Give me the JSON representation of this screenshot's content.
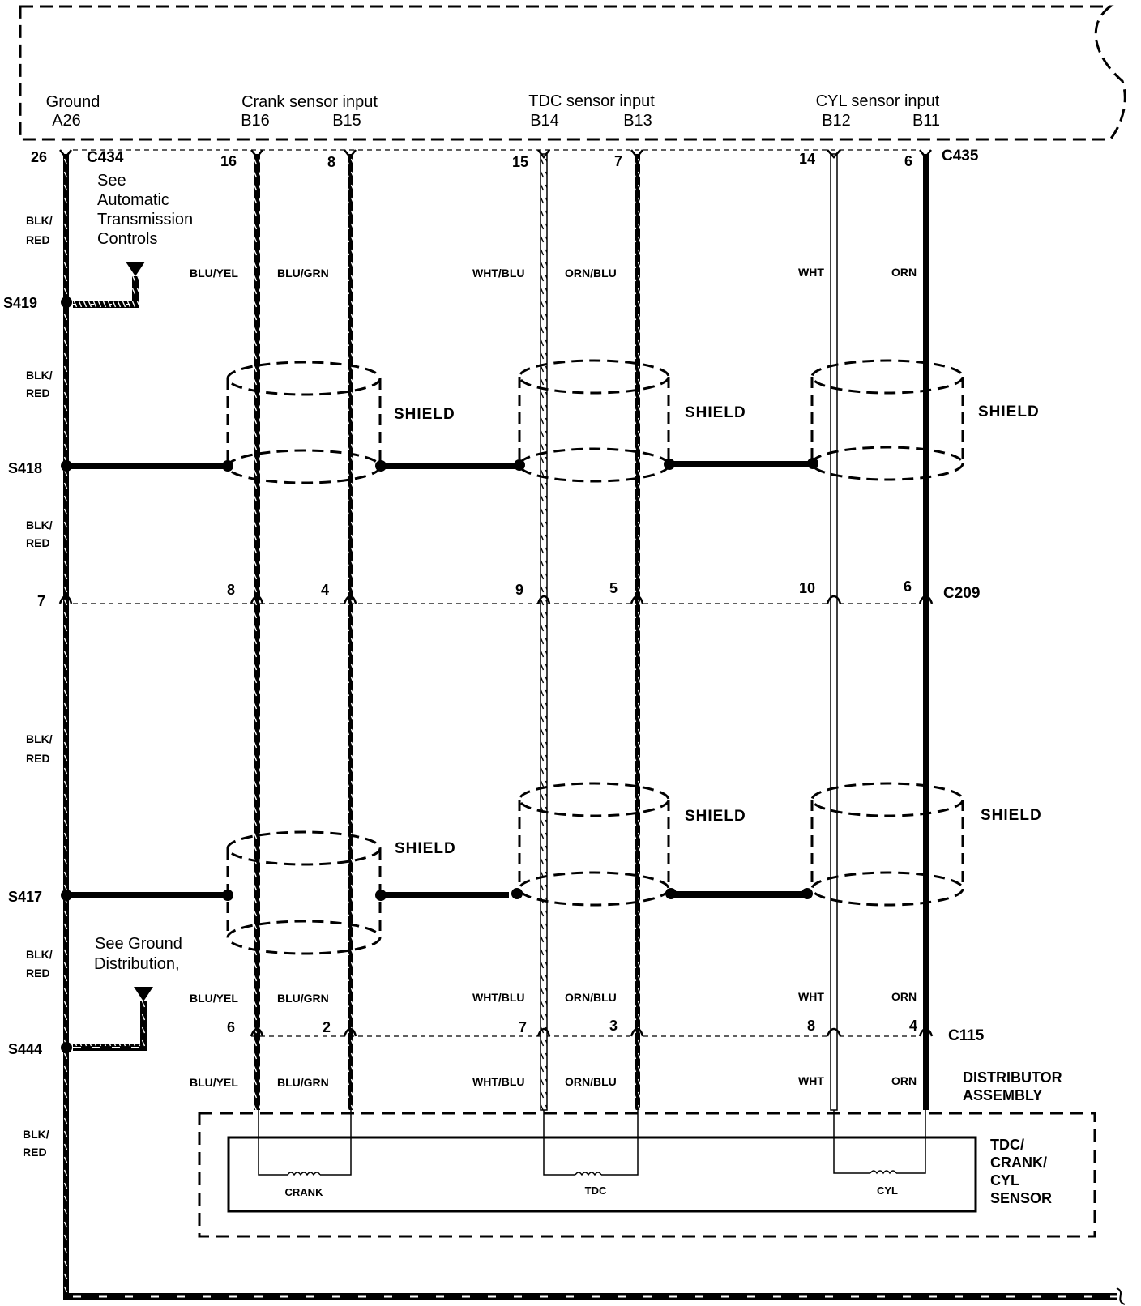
{
  "ecm": {
    "ground": {
      "title": "Ground",
      "terminal": "A26"
    },
    "crank": {
      "title": "Crank sensor input",
      "t1": "B16",
      "t2": "B15"
    },
    "tdc": {
      "title": "TDC sensor input",
      "t1": "B14",
      "t2": "B13"
    },
    "cyl": {
      "title": "CYL sensor input",
      "t1": "B12",
      "t2": "B11"
    }
  },
  "connectors": {
    "c434": {
      "name": "C434",
      "pin": "26"
    },
    "c435": {
      "name": "C435",
      "pins": [
        "16",
        "8",
        "15",
        "7",
        "14",
        "6"
      ]
    },
    "c209": {
      "name": "C209",
      "pins": [
        "7",
        "8",
        "4",
        "9",
        "5",
        "10",
        "6"
      ]
    },
    "c115": {
      "name": "C115",
      "pins": [
        "6",
        "2",
        "7",
        "3",
        "8",
        "4"
      ]
    }
  },
  "splices": {
    "s419": "S419",
    "s418": "S418",
    "s417": "S417",
    "s444": "S444"
  },
  "wire_colors": {
    "blk_red_1": "BLK/",
    "blk_red_2": "RED",
    "blu_yel": "BLU/YEL",
    "blu_grn": "BLU/GRN",
    "wht_blu": "WHT/BLU",
    "orn_blu": "ORN/BLU",
    "wht": "WHT",
    "orn": "ORN"
  },
  "notes": {
    "see_atc": [
      "See",
      "Automatic",
      "Transmission",
      "Controls"
    ],
    "see_ground": [
      "See Ground",
      "Distribution,"
    ]
  },
  "shield_label": "SHIELD",
  "distributor": {
    "line1": "DISTRIBUTOR",
    "line2": "ASSEMBLY"
  },
  "sensor_box": {
    "l1": "TDC/",
    "l2": "CRANK/",
    "l3": "CYL",
    "l4": "SENSOR"
  },
  "coils": {
    "crank": "CRANK",
    "tdc": "TDC",
    "cyl": "CYL"
  },
  "colors": {
    "ink": "#000000",
    "paper": "#ffffff"
  }
}
